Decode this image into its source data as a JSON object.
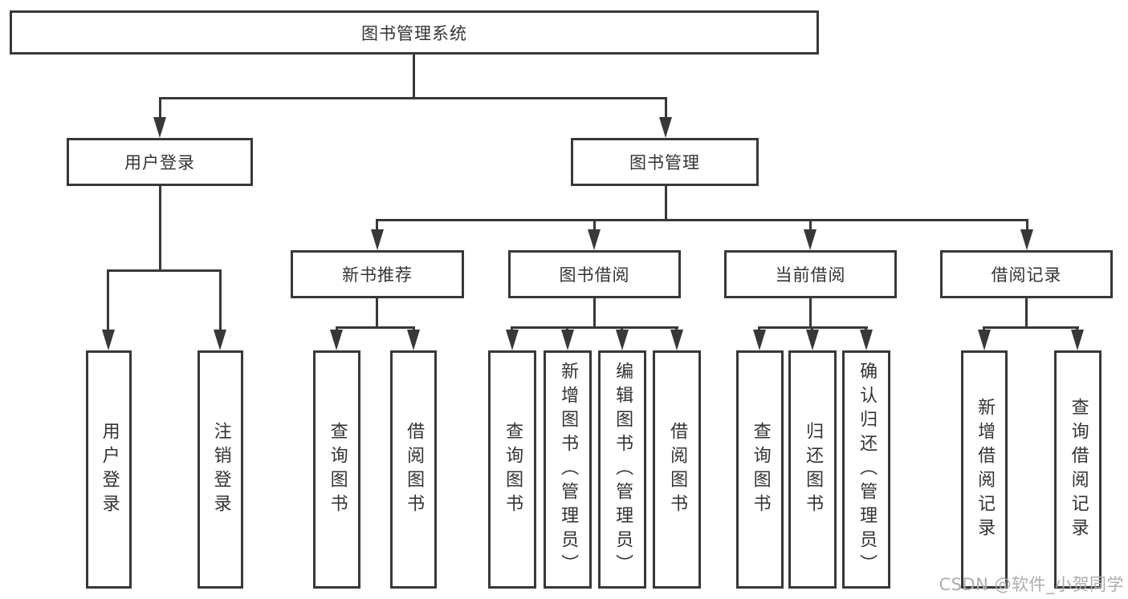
{
  "colors": {
    "line": "#383838",
    "text": "#333333",
    "watermark": "#adadad",
    "background": "#ffffff"
  },
  "watermark": "CSDN @软件_小贺同学",
  "tree": {
    "root": "图书管理系统",
    "children": [
      {
        "label": "用户登录",
        "children": [
          {
            "label": "用户登录"
          },
          {
            "label": "注销登录"
          }
        ]
      },
      {
        "label": "图书管理",
        "children": [
          {
            "label": "新书推荐",
            "children": [
              {
                "label": "查询图书"
              },
              {
                "label": "借阅图书"
              }
            ]
          },
          {
            "label": "图书借阅",
            "children": [
              {
                "label": "查询图书"
              },
              {
                "label": "新增图书（管理员）"
              },
              {
                "label": "编辑图书（管理员）"
              },
              {
                "label": "借阅图书"
              }
            ]
          },
          {
            "label": "当前借阅",
            "children": [
              {
                "label": "查询图书"
              },
              {
                "label": "归还图书"
              },
              {
                "label": "确认归还（管理员）"
              }
            ]
          },
          {
            "label": "借阅记录",
            "children": [
              {
                "label": "新增借阅记录"
              },
              {
                "label": "查询借阅记录"
              }
            ]
          }
        ]
      }
    ]
  }
}
